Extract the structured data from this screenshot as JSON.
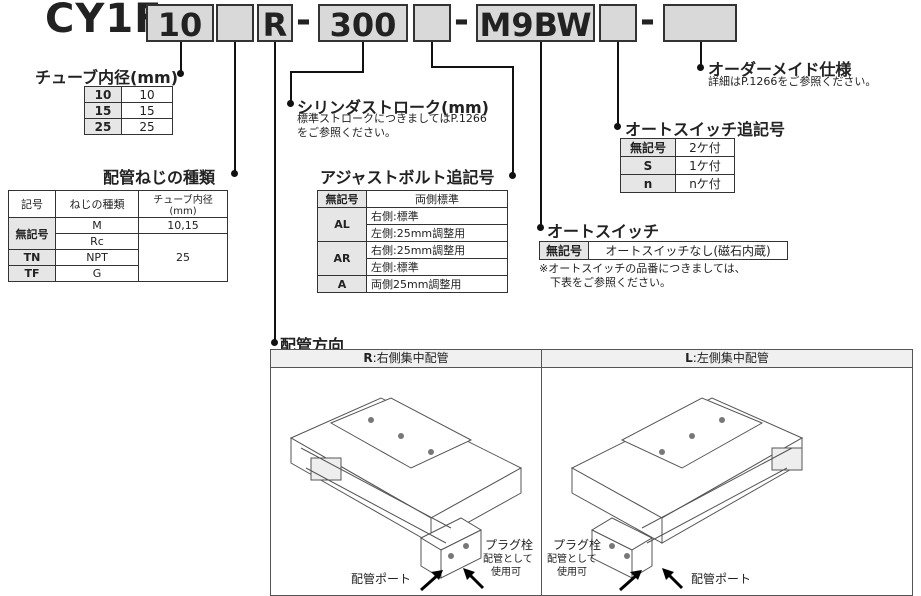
{
  "model_code": {
    "prefix": "CY1F",
    "boxes": [
      "10",
      "",
      "R",
      "300",
      "",
      "M9BW",
      "",
      ""
    ],
    "dash": "-"
  },
  "tube_bore": {
    "title": "チューブ内径(mm)",
    "rows": [
      [
        "10",
        "10"
      ],
      [
        "15",
        "15"
      ],
      [
        "25",
        "25"
      ]
    ]
  },
  "port_thread": {
    "title": "配管ねじの種類",
    "headers": [
      "記号",
      "ねじの種類",
      "チューブ内径(mm)"
    ],
    "rows": [
      {
        "sym": "無記号",
        "type": "M",
        "bore": "10,15"
      },
      {
        "sym": "",
        "type": "Rc",
        "bore": "25"
      },
      {
        "sym": "TN",
        "type": "NPT",
        "bore": ""
      },
      {
        "sym": "TF",
        "type": "G",
        "bore": ""
      }
    ]
  },
  "stroke": {
    "title": "シリンダストローク(mm)",
    "note1": "標準ストロークにつきましてはP.1266",
    "note2": "をご参照ください。"
  },
  "adjust_bolt": {
    "title": "アジャストボルト追記号",
    "headers": [
      "無記号",
      "両側標準"
    ],
    "rows": [
      {
        "sym": "AL",
        "a": "右側:標準",
        "b": "左側:25mm調整用"
      },
      {
        "sym": "AR",
        "a": "右側:25mm調整用",
        "b": "左側:標準"
      },
      {
        "sym": "A",
        "a": "両側25mm調整用",
        "b": ""
      }
    ]
  },
  "auto_switch": {
    "title": "オートスイッチ",
    "row_sym": "無記号",
    "row_val": "オートスイッチなし(磁石内蔵)",
    "note1": "※オートスイッチの品番につきましては、",
    "note2": "下表をご参照ください。"
  },
  "switch_count": {
    "title": "オートスイッチ追記号",
    "rows": [
      [
        "無記号",
        "2ケ付"
      ],
      [
        "S",
        "1ケ付"
      ],
      [
        "n",
        "nケ付"
      ]
    ]
  },
  "made_to_order": {
    "title": "オーダーメイド仕様",
    "note": "詳細はP.1266をご参照ください。"
  },
  "piping": {
    "title": "配管方向",
    "right_code": "R",
    "right_label": ":右側集中配管",
    "left_code": "L",
    "left_label": ":左側集中配管",
    "port_label": "配管ポート",
    "plug_label": "プラグ栓",
    "plug_note1": "配管として",
    "plug_note2": "使用可"
  }
}
